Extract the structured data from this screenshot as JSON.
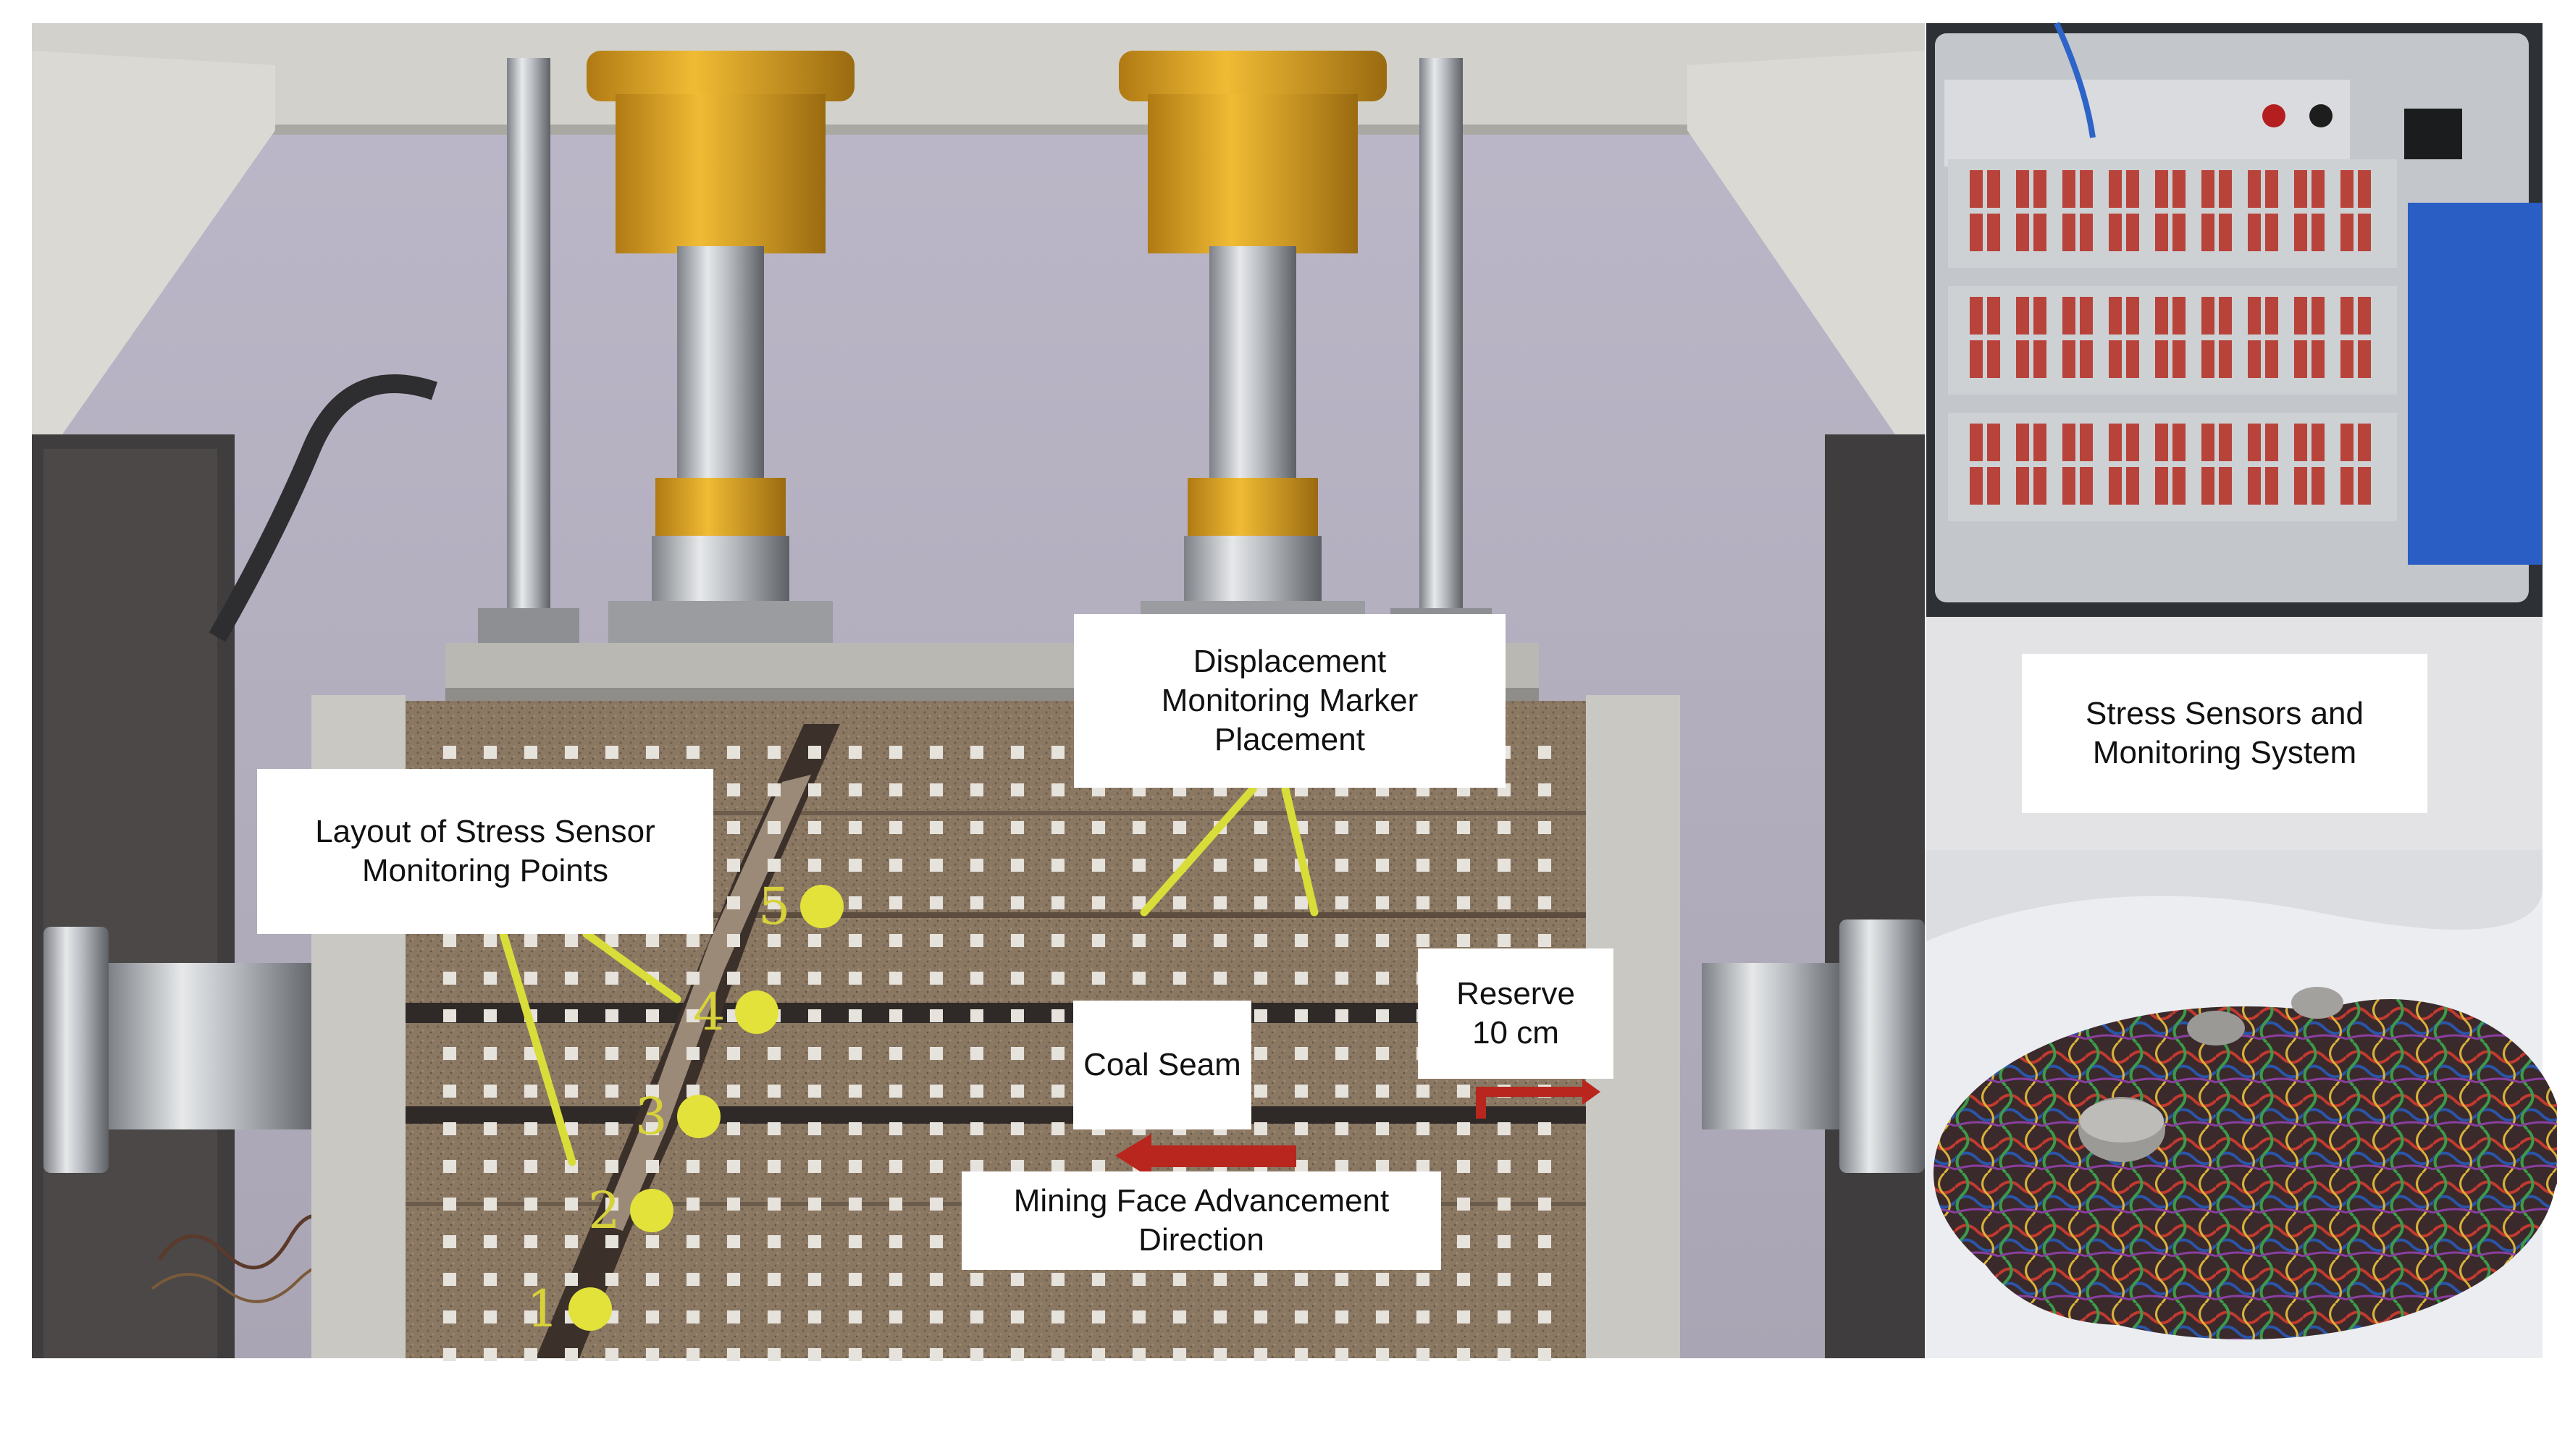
{
  "labels": {
    "stress_layout": [
      "Layout of Stress Sensor",
      "Monitoring Points"
    ],
    "displacement": [
      "Displacement",
      "Monitoring Marker",
      "Placement"
    ],
    "reserve": [
      "Reserve",
      "10 cm"
    ],
    "coal_seam": [
      "Coal Seam"
    ],
    "mining_direction": [
      "Mining Face Advancement",
      "Direction"
    ],
    "stress_system": [
      "Stress Sensors and",
      "Monitoring System"
    ]
  },
  "sensor_points": [
    "1",
    "2",
    "3",
    "4",
    "5"
  ],
  "colors": {
    "marker_yellow": "#e3e23a",
    "arrow_red": "#b8261d",
    "frame_grey": "#c9c8c3",
    "wall": "#b8b4c6",
    "model": "#8a7762",
    "jack_yellow": "#e0a826",
    "monitor_panel": "#c3c6ca",
    "connector_red": "#b8433a"
  }
}
